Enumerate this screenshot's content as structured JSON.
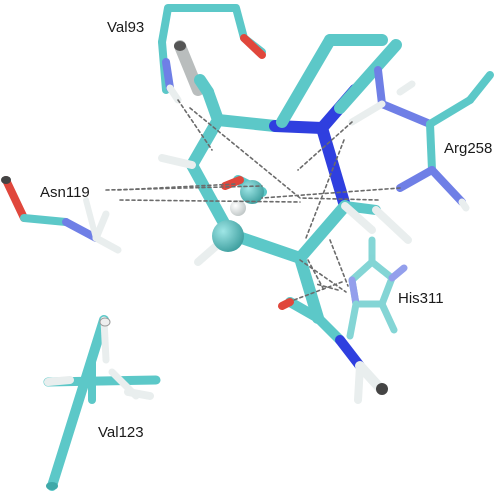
{
  "residues": {
    "val93": "Val93",
    "arg258": "Arg258",
    "asn119": "Asn119",
    "his311": "His311",
    "val123": "Val123"
  },
  "colors": {
    "carbon": "#5cc8c8",
    "nitrogen": "#2f3fdf",
    "nitrogen_light": "#6f7fe6",
    "oxygen": "#e0473c",
    "hydrogen": "#e9eeee",
    "metal_grey": "#b9bdbd",
    "hbond": "#6b6b6b",
    "terminal": "#444444"
  }
}
